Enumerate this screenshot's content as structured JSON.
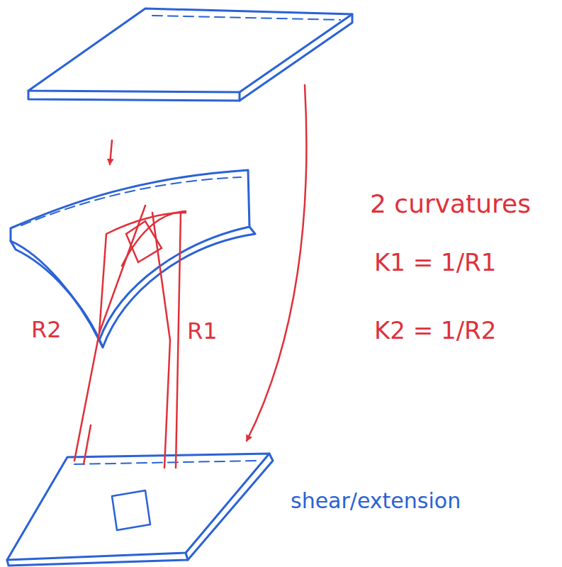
{
  "diagram": {
    "labels": [
      "2 curvatures",
      "K1 = 1/R1",
      "K2 = 1/R2",
      "R2",
      "R1",
      "shear/extension"
    ]
  }
}
